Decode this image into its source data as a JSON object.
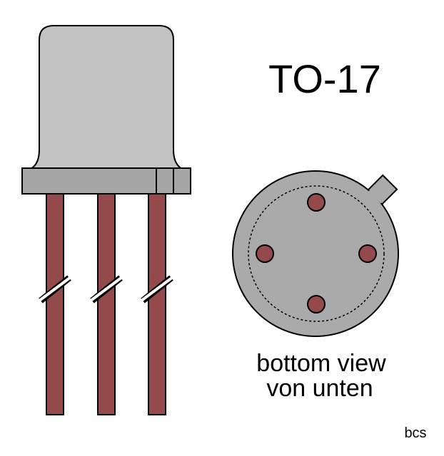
{
  "title": "TO-17",
  "caption_line1": "bottom view",
  "caption_line2": "von unten",
  "credit": "bcs",
  "colors": {
    "body": "#c2c2c2",
    "flange": "#a6a6a6",
    "base": "#aaaaaa",
    "lead": "#944a4a",
    "outline": "#000000"
  }
}
